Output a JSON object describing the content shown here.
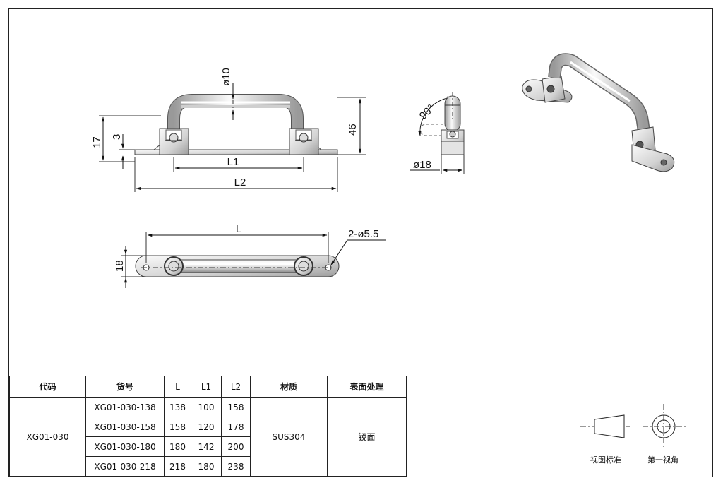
{
  "drawing": {
    "front_view": {
      "dim_diameter": "ø10",
      "dim_height_total": "46",
      "dim_height_17": "17",
      "dim_height_3": "3",
      "dim_L1": "L1",
      "dim_L2": "L2"
    },
    "side_view": {
      "dim_angle": "90°",
      "dim_diameter": "ø18"
    },
    "top_view": {
      "dim_L": "L",
      "dim_holes": "2-ø5.5",
      "dim_width": "18"
    }
  },
  "table": {
    "headers": [
      "代码",
      "货号",
      "L",
      "L1",
      "L2",
      "材质",
      "表面处理"
    ],
    "code": "XG01-030",
    "material": "SUS304",
    "finish": "镜面",
    "rows": [
      {
        "part": "XG01-030-138",
        "L": "138",
        "L1": "100",
        "L2": "158"
      },
      {
        "part": "XG01-030-158",
        "L": "158",
        "L1": "120",
        "L2": "178"
      },
      {
        "part": "XG01-030-180",
        "L": "180",
        "L1": "142",
        "L2": "200"
      },
      {
        "part": "XG01-030-218",
        "L": "218",
        "L1": "180",
        "L2": "238"
      }
    ]
  },
  "legend": {
    "view_standard_label": "视图标准",
    "first_angle_label": "第一视角"
  }
}
